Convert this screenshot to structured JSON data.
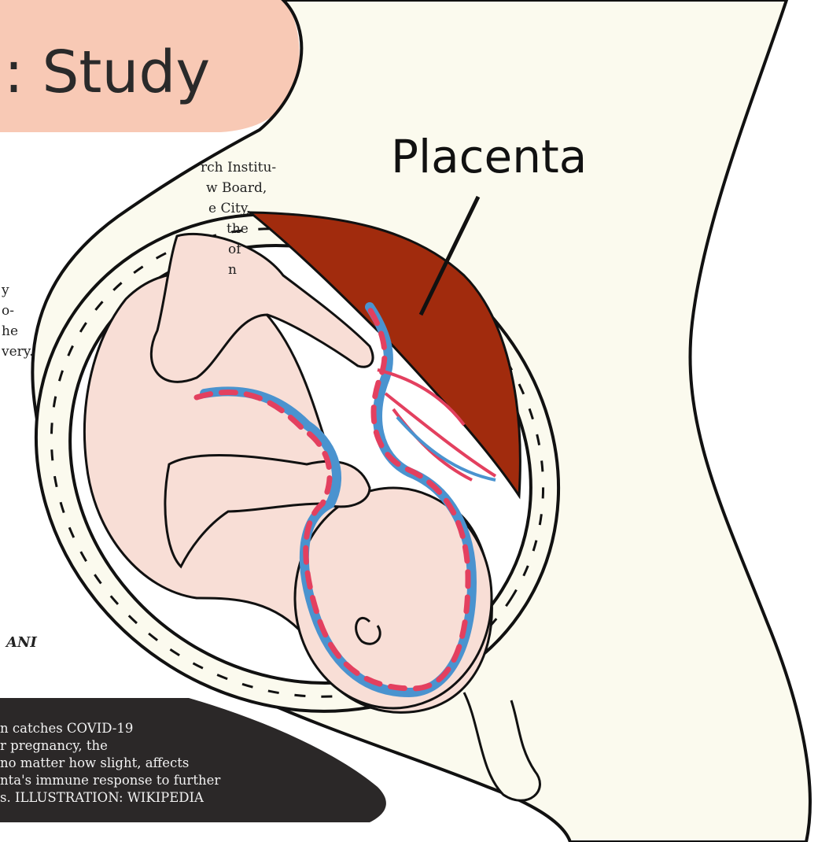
{
  "headline": ": Study",
  "label": {
    "placenta": "Placenta"
  },
  "article_lines": [
    "rch Institu-",
    "w Board,",
    "e City,",
    "the",
    "of",
    "n",
    "",
    "",
    "",
    "",
    "",
    "",
    "",
    "",
    "",
    "",
    "y",
    "o-",
    "he",
    "very."
  ],
  "byline": "ANI",
  "caption_lines": [
    "n catches COVID-19",
    "r pregnancy, the",
    "no matter how slight, affects",
    "nta's immune response to further",
    "s.  ILLUSTRATION: WIKIPEDIA"
  ],
  "colors": {
    "headline_bg": "#f8c9b5",
    "belly_fill": "#fbfaee",
    "placenta": "#a12b0d",
    "skin": "#f8ded6",
    "artery": "#e3405f",
    "vein": "#4a93cf",
    "caption_bg": "#2b2828"
  }
}
